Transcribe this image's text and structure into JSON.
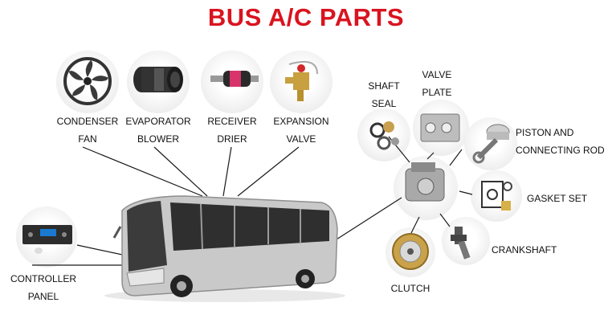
{
  "title": "BUS A/C PARTS",
  "labels": {
    "condenser_fan": [
      "CONDENSER",
      "FAN"
    ],
    "evaporator_blower": [
      "EVAPORATOR",
      "BLOWER"
    ],
    "receiver_drier": [
      "RECEIVER",
      "DRIER"
    ],
    "expansion_valve": [
      "EXPANSION",
      "VALVE"
    ],
    "shaft_seal": [
      "SHAFT",
      "SEAL"
    ],
    "valve_plate": [
      "VALVE",
      "PLATE"
    ],
    "piston_rod": [
      "PISTON AND",
      "CONNECTING ROD"
    ],
    "gasket_set": [
      "GASKET SET"
    ],
    "crankshaft": [
      "CRANKSHAFT"
    ],
    "clutch": [
      "CLUTCH"
    ],
    "controller_panel": [
      "CONTROLLER",
      "PANEL"
    ]
  },
  "colors": {
    "title": "#d9141f",
    "text": "#111111"
  }
}
